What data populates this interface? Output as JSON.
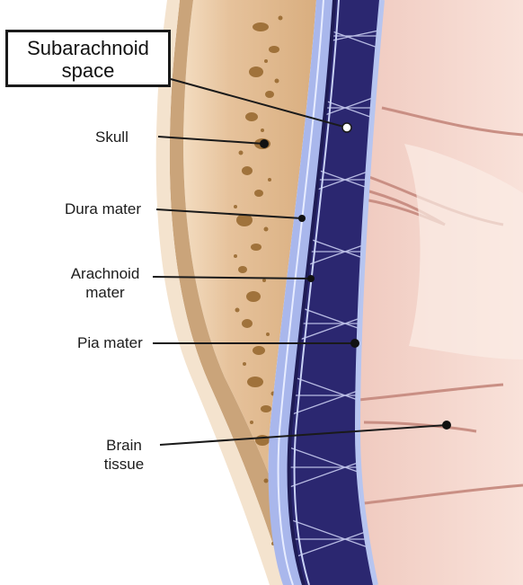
{
  "callout": {
    "line1": "Subarachnoid",
    "line2": "space"
  },
  "labels": {
    "skull": "Skull",
    "dura": "Dura mater",
    "arachnoid_line1": "Arachnoid",
    "arachnoid_line2": "mater",
    "pia": "Pia mater",
    "brain_line1": "Brain",
    "brain_line2": "tissue"
  },
  "colors": {
    "background": "#ffffff",
    "bone": "#e2bb90",
    "bone_pores": "#8a5a1e",
    "dura_mater": "#a9b7ec",
    "arachnoid_web": "#2b2770",
    "pia_mater": "#b7c5f0",
    "brain_tissue": "#f3d3ca",
    "leader_lines": "#1a1a1a"
  }
}
